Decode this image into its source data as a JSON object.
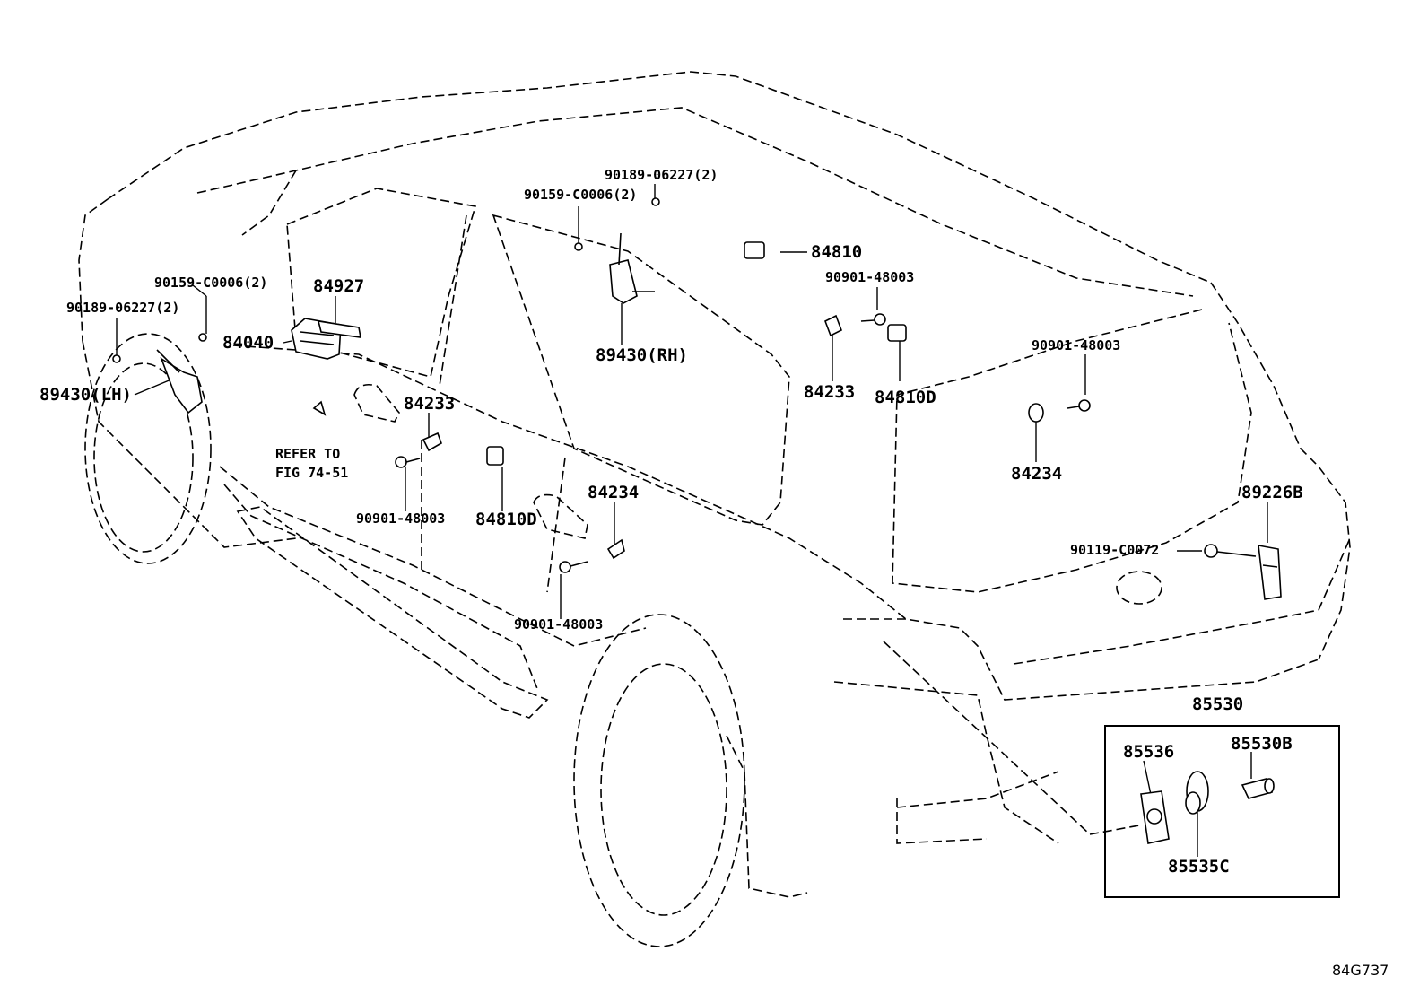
{
  "figure_id": "84G737",
  "refer_note": {
    "line1": "REFER TO",
    "line2": "FIG 74-51"
  },
  "parts": {
    "p84927": "84927",
    "p84040": "84040",
    "p90159_left": "90159-C0006(2)",
    "p90189_left": "90189-06227(2)",
    "p89430_lh": "89430(LH)",
    "p84233_front": "84233",
    "p90901_front": "90901-48003",
    "p84810d_front": "84810D",
    "p84234_front": "84234",
    "p90901_rear_door": "90901-48003",
    "p90189_top": "90189-06227(2)",
    "p90159_top": "90159-C0006(2)",
    "p89430_rh": "89430(RH)",
    "p84810": "84810",
    "p90901_rh": "90901-48003",
    "p84233_rh": "84233",
    "p84810d_rh": "84810D",
    "p90901_rear_right": "90901-48003",
    "p84234_rh": "84234",
    "p89226b": "89226B",
    "p90119": "90119-C0072",
    "p85530": "85530",
    "p85536": "85536",
    "p85530b": "85530B",
    "p85535c": "85535C"
  }
}
